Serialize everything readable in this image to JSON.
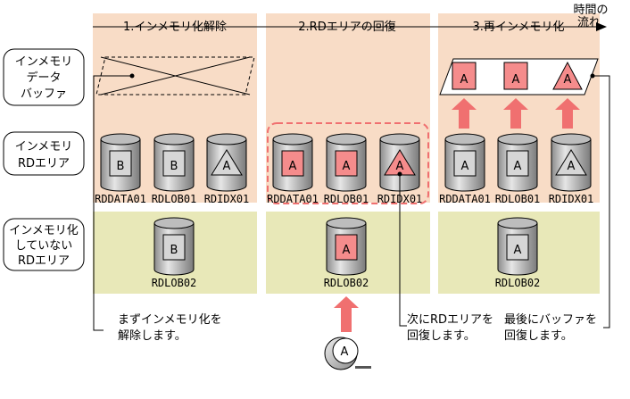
{
  "time_flow": {
    "line1": "時間の",
    "line2": "流れ"
  },
  "colors": {
    "phase_bg": "#f8dcc6",
    "lower_bg": "#e8e8b8",
    "red_fill": "#f58c8c",
    "arrow_red": "#f07070",
    "dashed_red": "#f07070",
    "cylinder_gray": "#c8c8c8"
  },
  "phases": [
    {
      "title": "1.インメモリ化解除"
    },
    {
      "title": "2.RDエリアの回復"
    },
    {
      "title": "3.再インメモリ化"
    }
  ],
  "row_labels": [
    {
      "lines": [
        "インメモリ",
        "データ",
        "バッファ"
      ]
    },
    {
      "lines": [
        "インメモリ",
        "RDエリア"
      ]
    },
    {
      "lines": [
        "インメモリ化",
        "していない",
        "RDエリア"
      ]
    }
  ],
  "inmem_areas": [
    [
      {
        "name": "RDDATA01",
        "letter": "B",
        "shape": "square",
        "red": false
      },
      {
        "name": "RDLOB01",
        "letter": "B",
        "shape": "square",
        "red": false
      },
      {
        "name": "RDIDX01",
        "letter": "A",
        "shape": "triangle",
        "red": false
      }
    ],
    [
      {
        "name": "RDDATA01",
        "letter": "A",
        "shape": "square",
        "red": true
      },
      {
        "name": "RDLOB01",
        "letter": "A",
        "shape": "square",
        "red": true
      },
      {
        "name": "RDIDX01",
        "letter": "A",
        "shape": "triangle",
        "red": true
      }
    ],
    [
      {
        "name": "RDDATA01",
        "letter": "A",
        "shape": "square",
        "red": false
      },
      {
        "name": "RDLOB01",
        "letter": "A",
        "shape": "square",
        "red": false
      },
      {
        "name": "RDIDX01",
        "letter": "A",
        "shape": "triangle",
        "red": false
      }
    ]
  ],
  "non_inmem_areas": [
    {
      "name": "RDLOB02",
      "letter": "B",
      "shape": "square",
      "red": false
    },
    {
      "name": "RDLOB02",
      "letter": "A",
      "shape": "square",
      "red": true
    },
    {
      "name": "RDLOB02",
      "letter": "A",
      "shape": "square",
      "red": false
    }
  ],
  "buffer_items": [
    {
      "letter": "A",
      "shape": "square"
    },
    {
      "letter": "A",
      "shape": "square"
    },
    {
      "letter": "A",
      "shape": "triangle"
    }
  ],
  "tape": {
    "letter": "A"
  },
  "notes": [
    {
      "lines": [
        "まずインメモリ化を",
        "解除します。"
      ]
    },
    {
      "lines": [
        "次にRDエリアを",
        "回復します。"
      ]
    },
    {
      "lines": [
        "最後にバッファを",
        "回復します。"
      ]
    }
  ]
}
